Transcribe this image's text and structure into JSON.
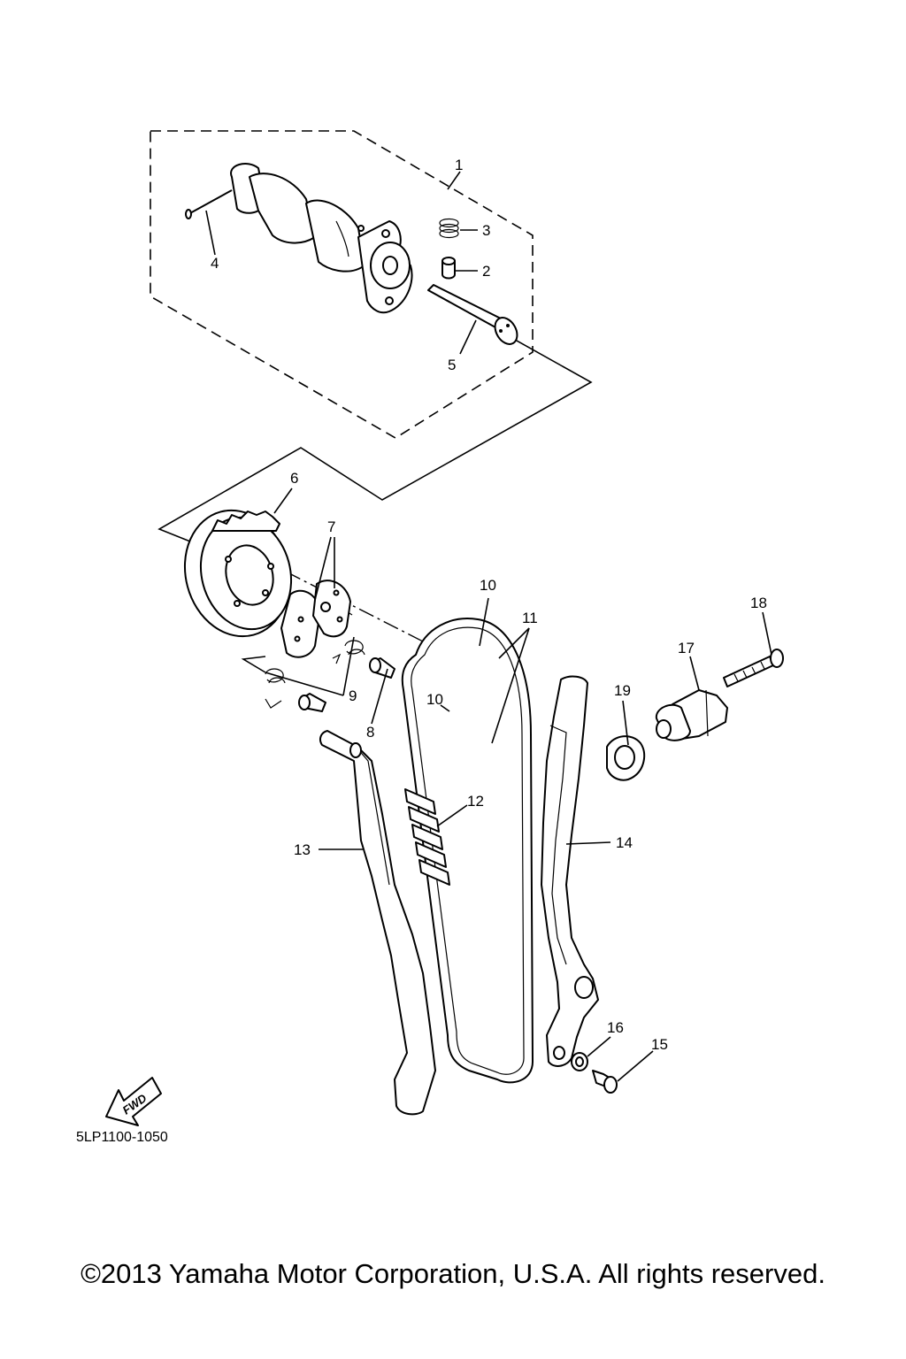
{
  "diagram_code": "5LP1100-1050",
  "copyright": "©2013 Yamaha Motor Corporation, U.S.A. All rights reserved.",
  "fwd_label": "FWD",
  "callouts": {
    "c1": "1",
    "c2": "2",
    "c3": "3",
    "c4": "4",
    "c5": "5",
    "c6": "6",
    "c7": "7",
    "c8": "8",
    "c9": "9",
    "c10a": "10",
    "c10b": "10",
    "c11": "11",
    "c12": "12",
    "c13": "13",
    "c14": "14",
    "c15": "15",
    "c16": "16",
    "c17": "17",
    "c18": "18",
    "c19": "19"
  }
}
